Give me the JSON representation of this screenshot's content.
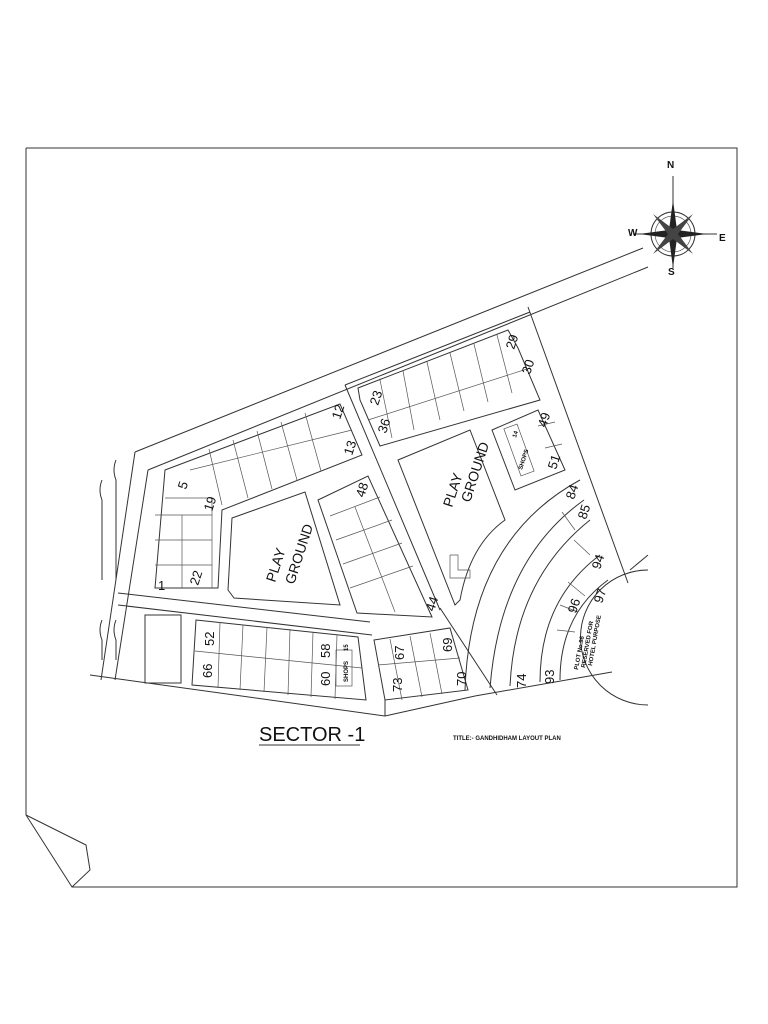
{
  "compass": {
    "n": "N",
    "s": "S",
    "e": "E",
    "w": "W"
  },
  "sector_title": "SECTOR -1",
  "sheet_title": "TITLE:- GANDHIDHAM LAYOUT PLAN",
  "play_ground": {
    "line1": "PLAY",
    "line2": "GROUND"
  },
  "shops": {
    "a": "SHOPS",
    "a_num": "14",
    "b": "SHOPS",
    "b_num": "15"
  },
  "special_plot": {
    "name": "PLOT No.98",
    "use1": "RESERVED FOR",
    "use2": "HOTEL PURPOSE"
  },
  "plots": {
    "p1": "1",
    "p5": "5",
    "p12": "12",
    "p13": "13",
    "p19": "19",
    "p22": "22",
    "p23": "23",
    "p29": "29",
    "p30": "30",
    "p36": "36",
    "p44": "44",
    "p48": "48",
    "p49": "49",
    "p51": "51",
    "p52": "52",
    "p58": "58",
    "p60": "60",
    "p66": "66",
    "p67": "67",
    "p69": "69",
    "p70": "70",
    "p73": "73",
    "p74": "74",
    "p84": "84",
    "p85": "85",
    "p93": "93",
    "p94": "94",
    "p96": "96",
    "p97": "97"
  }
}
